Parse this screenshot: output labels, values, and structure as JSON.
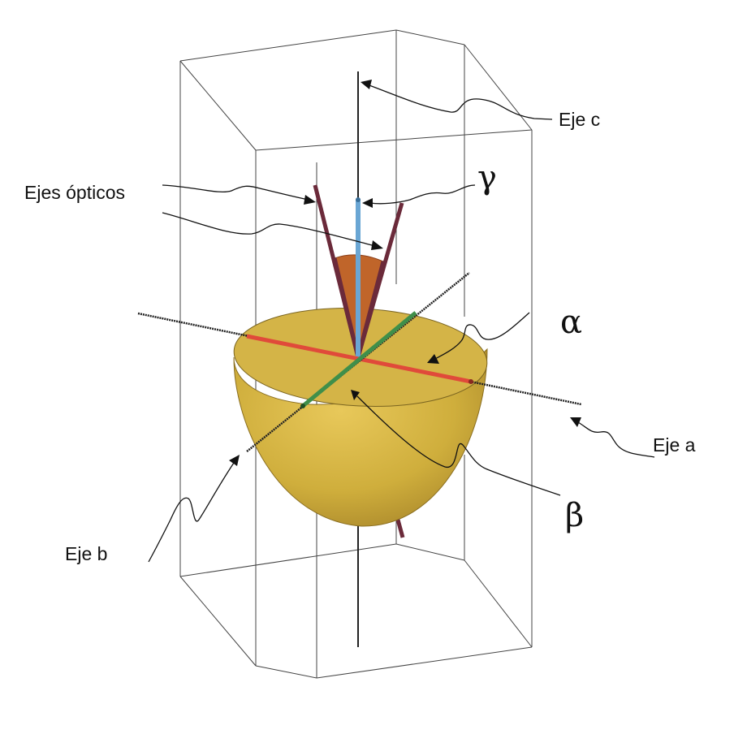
{
  "labels": {
    "eje_c": "Eje c",
    "ejes_opticos": "Ejes ópticos",
    "gamma": "γ",
    "alpha": "α",
    "eje_a": "Eje a",
    "beta": "β",
    "eje_b": "Eje b"
  },
  "colors": {
    "ellipsoid": "#cfae3c",
    "ellipsoid_top": "#d9b94a",
    "optic_cone": "#c0652a",
    "optic_axes": "#6b2a3a",
    "gamma_axis": "#6aa6d4",
    "alpha_axis": "#e04a3a",
    "beta_axis": "#3f8f4a",
    "crystal_axes": "#222222",
    "prism_edges": "#444444"
  }
}
